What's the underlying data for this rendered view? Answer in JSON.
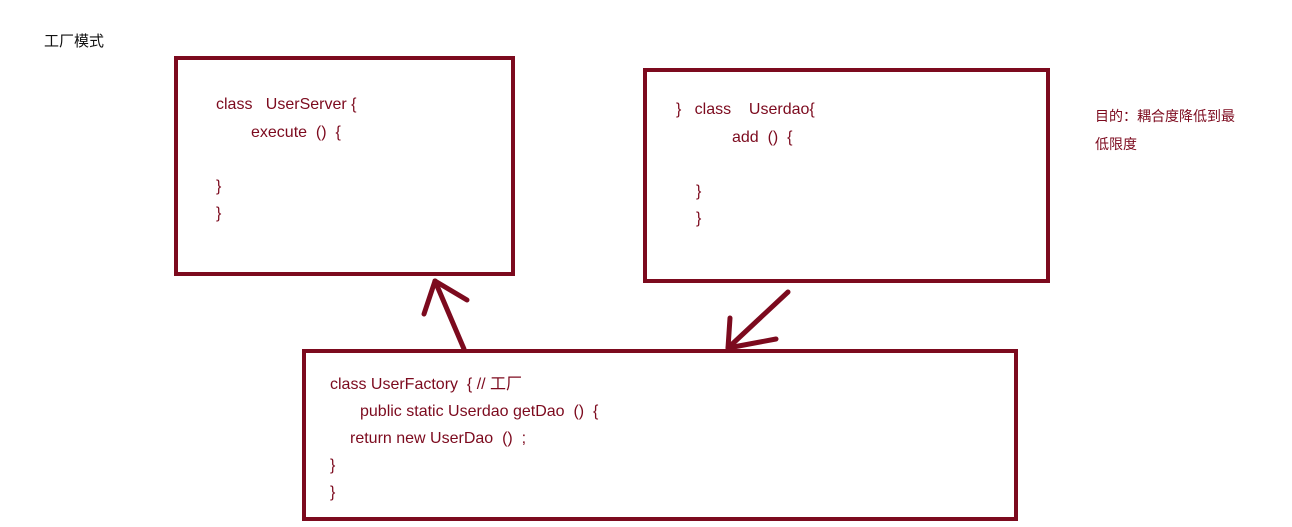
{
  "title": "工厂模式",
  "colors": {
    "stroke": "#7c0a1e",
    "text": "#7c0a1e"
  },
  "boxes": {
    "user_server": {
      "lines": [
        "class   UserServer {",
        "execute  ()  {",
        "}",
        "}"
      ]
    },
    "userdao": {
      "lines": [
        "}   class    Userdao{",
        "add  ()  {",
        "}",
        "}"
      ]
    },
    "user_factory": {
      "lines": [
        "class UserFactory  { // 工厂",
        "public static Userdao getDao  ()  {",
        "return new UserDao  ()  ;",
        "}",
        "}"
      ]
    }
  },
  "note": {
    "line1": "目的：耦合度降低到最",
    "line2": "低限度"
  }
}
